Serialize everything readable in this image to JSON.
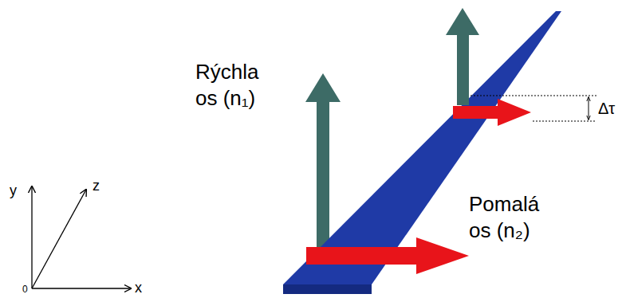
{
  "diagram": {
    "labels": [
      "y",
      "z",
      "0",
      "x",
      "Rýchla os (n₁)",
      "Pomalá os (n₂)",
      "Δτ"
    ]
  }
}
